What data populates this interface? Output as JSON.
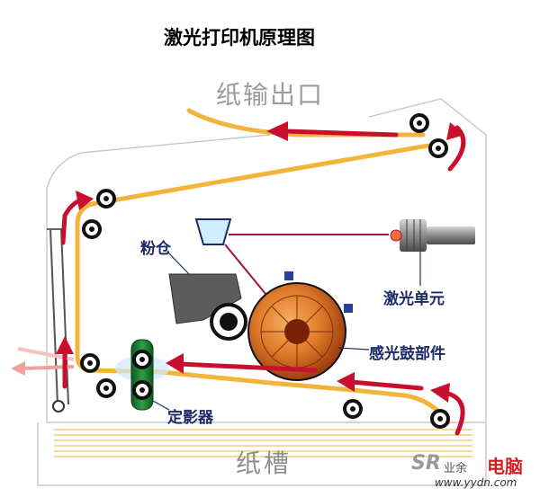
{
  "title": "激光打印机原理图",
  "labels": {
    "output": "纸输出口",
    "tray": "纸槽",
    "toner": "粉仓",
    "laser": "激光单元",
    "drum": "感光鼓部件",
    "fuser": "定影器"
  },
  "watermark": {
    "brand_left": "SR",
    "brand_mid": "业余",
    "brand_right": "电脑",
    "url": "www.yydn.com"
  },
  "colors": {
    "paper_path": "#f2b43b",
    "arrow": "#c8102e",
    "drum": "#d96a1f",
    "housing": "#c9c9c9",
    "laser_beam": "#a2123a",
    "roller": "#111111"
  }
}
